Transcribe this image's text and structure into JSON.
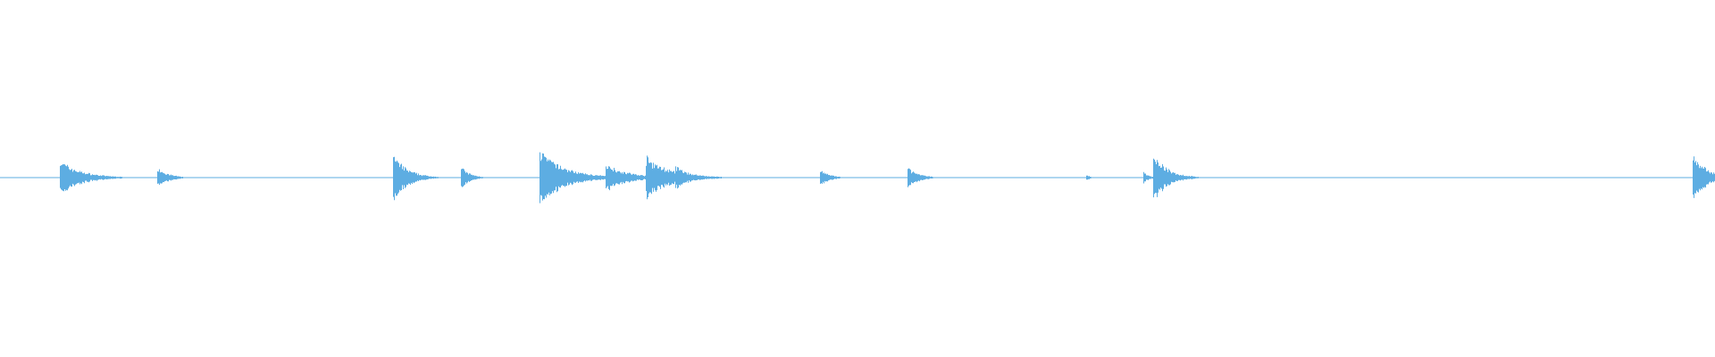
{
  "waveform": {
    "color": "#5dade2",
    "background": "#ffffff",
    "amplitude_range": [
      -1,
      1
    ],
    "events": [
      {
        "time": 0.0344,
        "peak": 0.21,
        "decay": 0.012
      },
      {
        "time": 0.0912,
        "peak": 0.13,
        "decay": 0.006
      },
      {
        "time": 0.229,
        "peak": 0.28,
        "decay": 0.008
      },
      {
        "time": 0.2685,
        "peak": 0.13,
        "decay": 0.005
      },
      {
        "time": 0.3145,
        "peak": 0.32,
        "decay": 0.014
      },
      {
        "time": 0.3527,
        "peak": 0.15,
        "decay": 0.012
      },
      {
        "time": 0.3763,
        "peak": 0.22,
        "decay": 0.014
      },
      {
        "time": 0.3935,
        "peak": 0.07,
        "decay": 0.005
      },
      {
        "time": 0.4777,
        "peak": 0.11,
        "decay": 0.005
      },
      {
        "time": 0.5287,
        "peak": 0.13,
        "decay": 0.006
      },
      {
        "time": 0.6333,
        "peak": 0.04,
        "decay": 0.002
      },
      {
        "time": 0.6665,
        "peak": 0.07,
        "decay": 0.003
      },
      {
        "time": 0.6722,
        "peak": 0.28,
        "decay": 0.008
      },
      {
        "time": 0.9865,
        "peak": 0.28,
        "decay": 0.008
      }
    ]
  }
}
